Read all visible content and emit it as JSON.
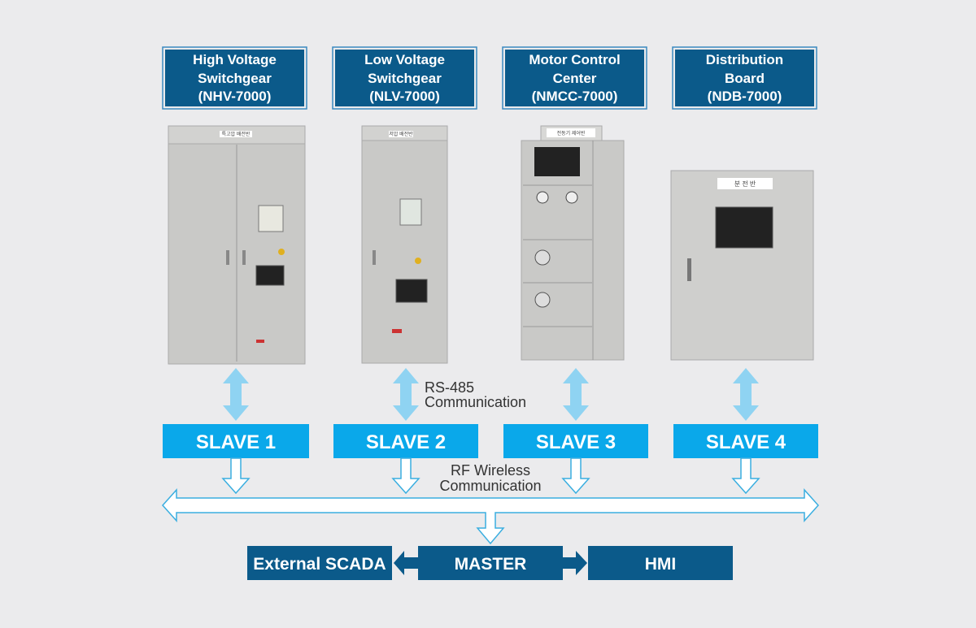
{
  "equipment": [
    {
      "line1": "High Voltage",
      "line2": "Switchgear",
      "line3": "(NHV-7000)",
      "panel_label": "특고압 배전반",
      "slave": "SLAVE 1"
    },
    {
      "line1": "Low Voltage",
      "line2": "Switchgear",
      "line3": "(NLV-7000)",
      "panel_label": "저압 배전반",
      "slave": "SLAVE 2"
    },
    {
      "line1": "Motor Control",
      "line2": "Center",
      "line3": "(NMCC-7000)",
      "panel_label": "전동기 제어반",
      "slave": "SLAVE 3"
    },
    {
      "line1": "Distribution",
      "line2": "Board",
      "line3": "(NDB-7000)",
      "panel_label": "분 전 반",
      "slave": "SLAVE 4"
    }
  ],
  "labels": {
    "rs485_1": "RS-485",
    "rs485_2": "Communication",
    "rf_1": "RF Wireless",
    "rf_2": "Communication"
  },
  "bottom": {
    "scada": "External SCADA",
    "master": "MASTER",
    "hmi": "HMI"
  },
  "colors": {
    "header": "#0b5a8a",
    "slave": "#0aa8ea",
    "arrow": "#8fd3f2",
    "outline": "#3aaee0"
  }
}
